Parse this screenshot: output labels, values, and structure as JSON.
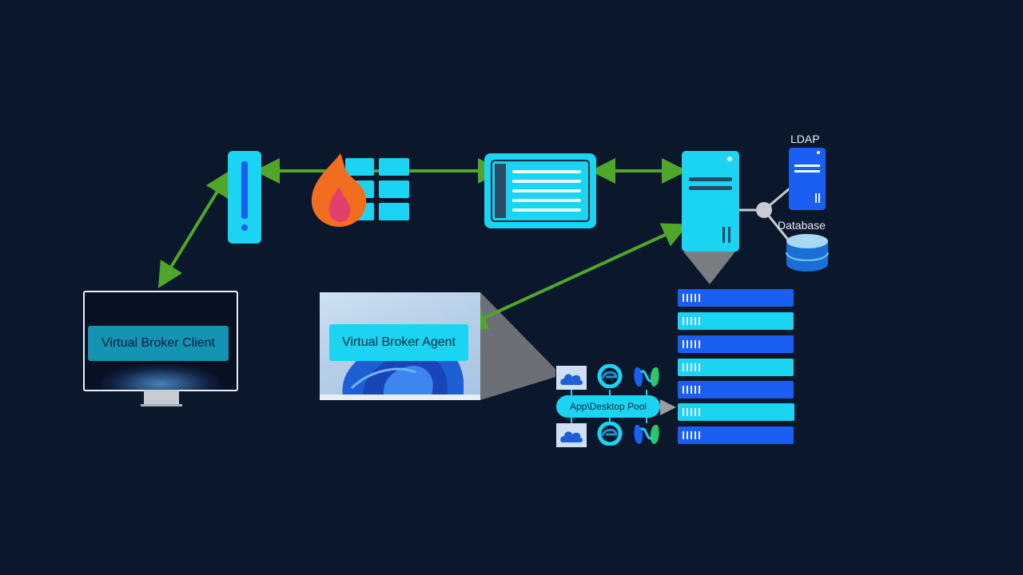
{
  "labels": {
    "client": "Virtual Broker Client",
    "agent": "Virtual Broker Agent",
    "pool": "App\\Desktop Pool",
    "ldap": "LDAP",
    "database": "Database"
  },
  "colors": {
    "background": "#0b172b",
    "accent_cyan": "#1ad4f2",
    "accent_blue": "#1a5ff2",
    "arrow_green": "#4fa62b",
    "firewall_orange": "#f26d1f"
  },
  "icons": {
    "gateway": "gateway-device-icon",
    "firewall": "firewall-icon",
    "load_balancer": "load-balancer-icon",
    "broker_server": "broker-server-icon",
    "ldap": "ldap-server-icon",
    "database": "database-icon",
    "client_monitor": "monitor-icon"
  }
}
